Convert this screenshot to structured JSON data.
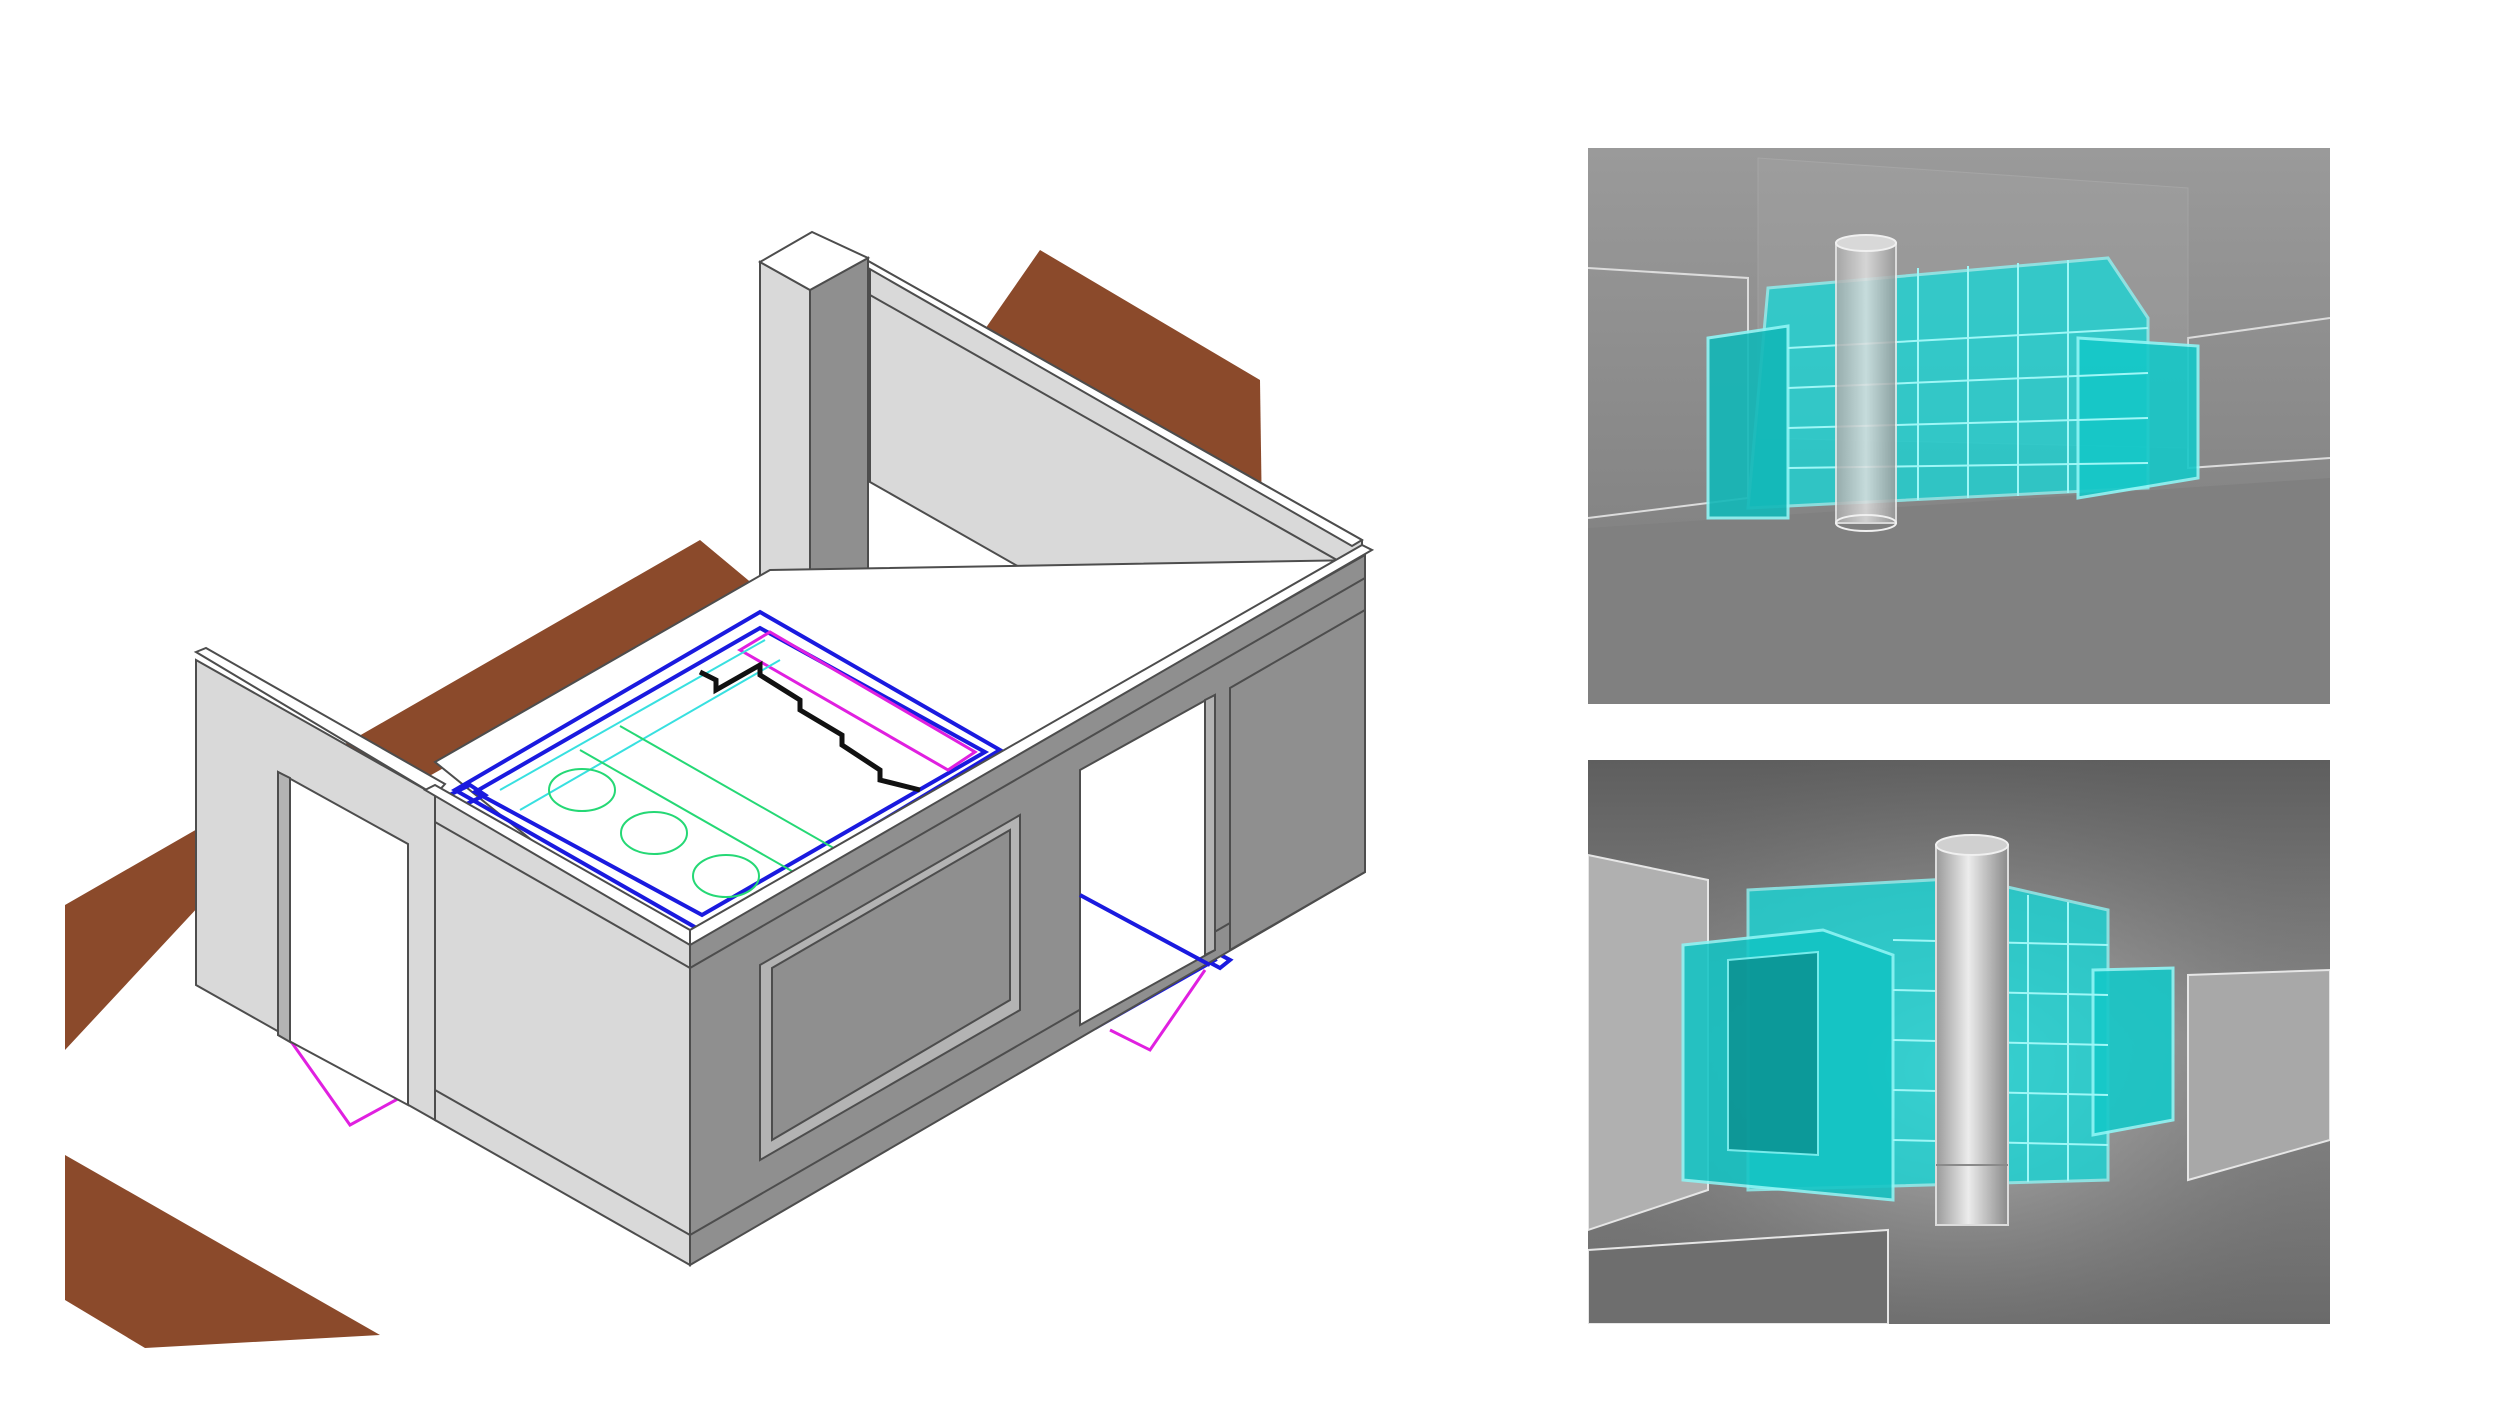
{
  "colors": {
    "background": "#ffffff",
    "wall_light": "#d9d9d9",
    "wall_mid": "#b3b3b3",
    "wall_dark": "#8f8f8f",
    "wall_top": "#ffffff",
    "outline": "#4d4d4d",
    "ground_brown": "#8b4a2b",
    "plan_blue": "#1a1adf",
    "plan_magenta": "#e020e0",
    "plan_cyan": "#38e0e0",
    "plan_green": "#25d875",
    "plan_red": "#e01818",
    "plan_black": "#111111",
    "render_bg_top": "#8a8a8a",
    "render_bg_bottom": "#6e6e6e",
    "glass_cyan": "#18d6d6",
    "glass_edge": "#7ff3f3",
    "pipe_gray": "#c8c8c8"
  },
  "views": [
    {
      "id": "isometric-plan",
      "kind": "isometric drawing"
    },
    {
      "id": "render-top",
      "kind": "rendered perspective"
    },
    {
      "id": "render-bottom",
      "kind": "rendered perspective"
    }
  ]
}
